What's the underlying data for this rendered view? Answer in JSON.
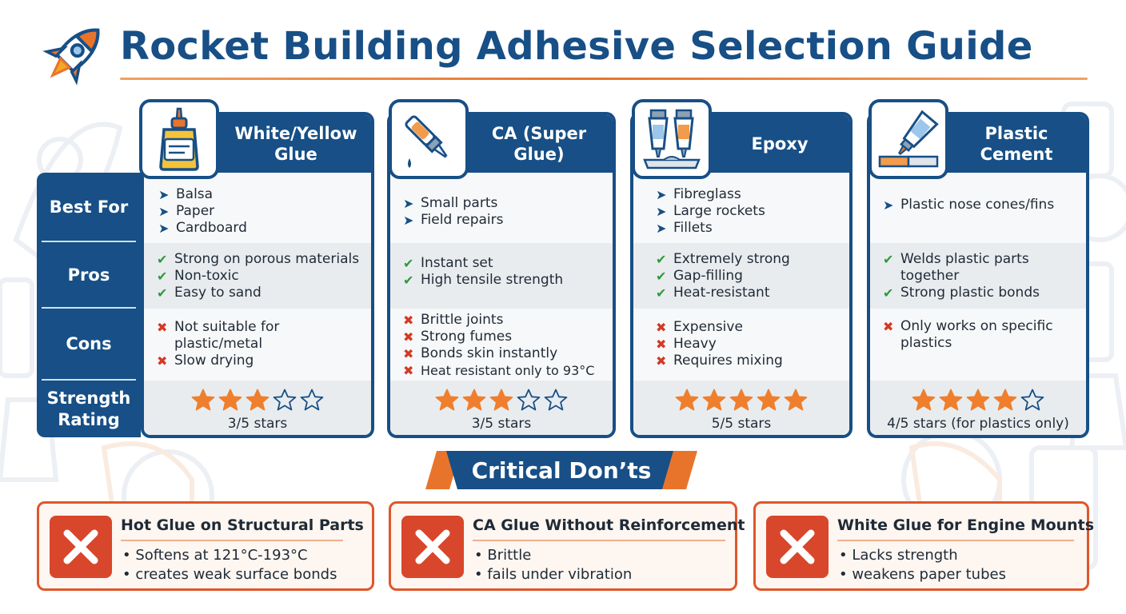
{
  "title": "Rocket Building Adhesive Selection Guide",
  "row_labels": [
    "Best For",
    "Pros",
    "Cons",
    "Strength Rating"
  ],
  "adhesives": [
    {
      "name": "White/Yellow Glue",
      "icon": "glue-bottle-icon",
      "best_for": [
        "Balsa",
        "Paper",
        "Cardboard"
      ],
      "pros": [
        "Strong on porous materials",
        "Non-toxic",
        "Easy to sand"
      ],
      "cons": [
        "Not suitable for plastic/metal",
        "Slow drying"
      ],
      "stars": 3,
      "rating_text": "3/5 stars"
    },
    {
      "name": "CA (Super Glue)",
      "icon": "super-glue-tube-icon",
      "best_for": [
        "Small parts",
        "Field repairs"
      ],
      "pros": [
        "Instant set",
        "High tensile strength"
      ],
      "cons": [
        "Brittle joints",
        "Strong fumes",
        "Bonds skin instantly",
        "Heat resistant only to 93°C"
      ],
      "stars": 3,
      "rating_text": "3/5 stars"
    },
    {
      "name": "Epoxy",
      "icon": "epoxy-tubes-icon",
      "best_for": [
        "Fibreglass",
        "Large rockets",
        "Fillets"
      ],
      "pros": [
        "Extremely strong",
        "Gap-filling",
        "Heat-resistant"
      ],
      "cons": [
        "Expensive",
        "Heavy",
        "Requires mixing"
      ],
      "stars": 5,
      "rating_text": "5/5 stars"
    },
    {
      "name": "Plastic Cement",
      "icon": "plastic-cement-tube-icon",
      "best_for": [
        "Plastic nose cones/fins"
      ],
      "pros": [
        "Welds plastic parts together",
        "Strong plastic bonds"
      ],
      "cons": [
        "Only works on specific plastics"
      ],
      "stars": 4,
      "rating_text": "4/5 stars (for plastics only)"
    }
  ],
  "donts_heading": "Critical Don’ts",
  "donts": [
    {
      "title": "Hot Glue on Structural Parts",
      "lines": [
        "• Softens at 121°C-193°C",
        "• creates weak surface bonds"
      ]
    },
    {
      "title": "CA Glue Without Reinforcement",
      "lines": [
        "• Brittle",
        "• fails under vibration"
      ]
    },
    {
      "title": "White Glue for Engine Mounts",
      "lines": [
        "• Lacks strength",
        "• weakens paper tubes"
      ]
    }
  ],
  "colors": {
    "primary": "#174f86",
    "accent": "#e8742b",
    "star": "#ef7f2c",
    "check": "#2f9a3c",
    "cross": "#d33a24",
    "danger": "#d8472b"
  }
}
